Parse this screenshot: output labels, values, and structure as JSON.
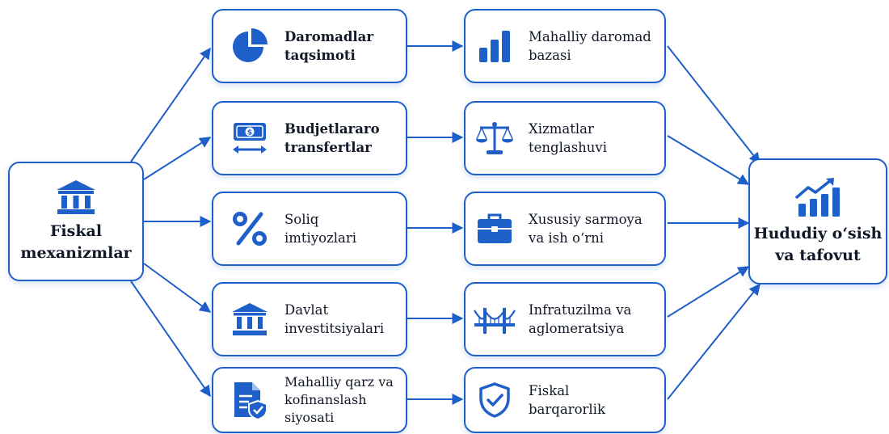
{
  "source_node": {
    "label_line1": "Fiskal",
    "label_line2": "mexanizmlar",
    "icon": "bank-icon"
  },
  "mechanisms": [
    {
      "line1": "Daromadlar",
      "line2": "taqsimoti",
      "icon": "pie-chart-icon",
      "bold": true
    },
    {
      "line1": "Budjetlararo",
      "line2": "transfertlar",
      "icon": "money-transfer-icon",
      "bold": true
    },
    {
      "line1": "Soliq",
      "line2": "imtiyozlari",
      "icon": "percent-icon",
      "bold": false
    },
    {
      "line1": "Davlat",
      "line2": "investitsiyalari",
      "icon": "government-building-icon",
      "bold": false
    },
    {
      "line1": "Mahalliy qarz va",
      "line2": "kofinanslash siyosati",
      "icon": "document-shield-icon",
      "bold": false
    }
  ],
  "channels": [
    {
      "line1": "Mahalliy daromad",
      "line2": "bazasi",
      "icon": "bar-chart-icon"
    },
    {
      "line1": "Xizmatlar",
      "line2": "tenglashuvi",
      "icon": "scales-icon"
    },
    {
      "line1": "Xususiy sarmoya",
      "line2": "va ish o‘rni",
      "icon": "briefcase-icon"
    },
    {
      "line1": "Infratuzilma va",
      "line2": "aglomeratsiya",
      "icon": "bridge-icon"
    },
    {
      "line1": "Fiskal",
      "line2": "barqarorlik",
      "icon": "shield-check-icon"
    }
  ],
  "outcome_node": {
    "label_line1": "Hududiy o‘sish",
    "label_line2": "va tafovut",
    "icon": "growth-chart-icon"
  },
  "colors": {
    "accent": "#1f5fc9",
    "text": "#111827",
    "background": "#ffffff"
  }
}
